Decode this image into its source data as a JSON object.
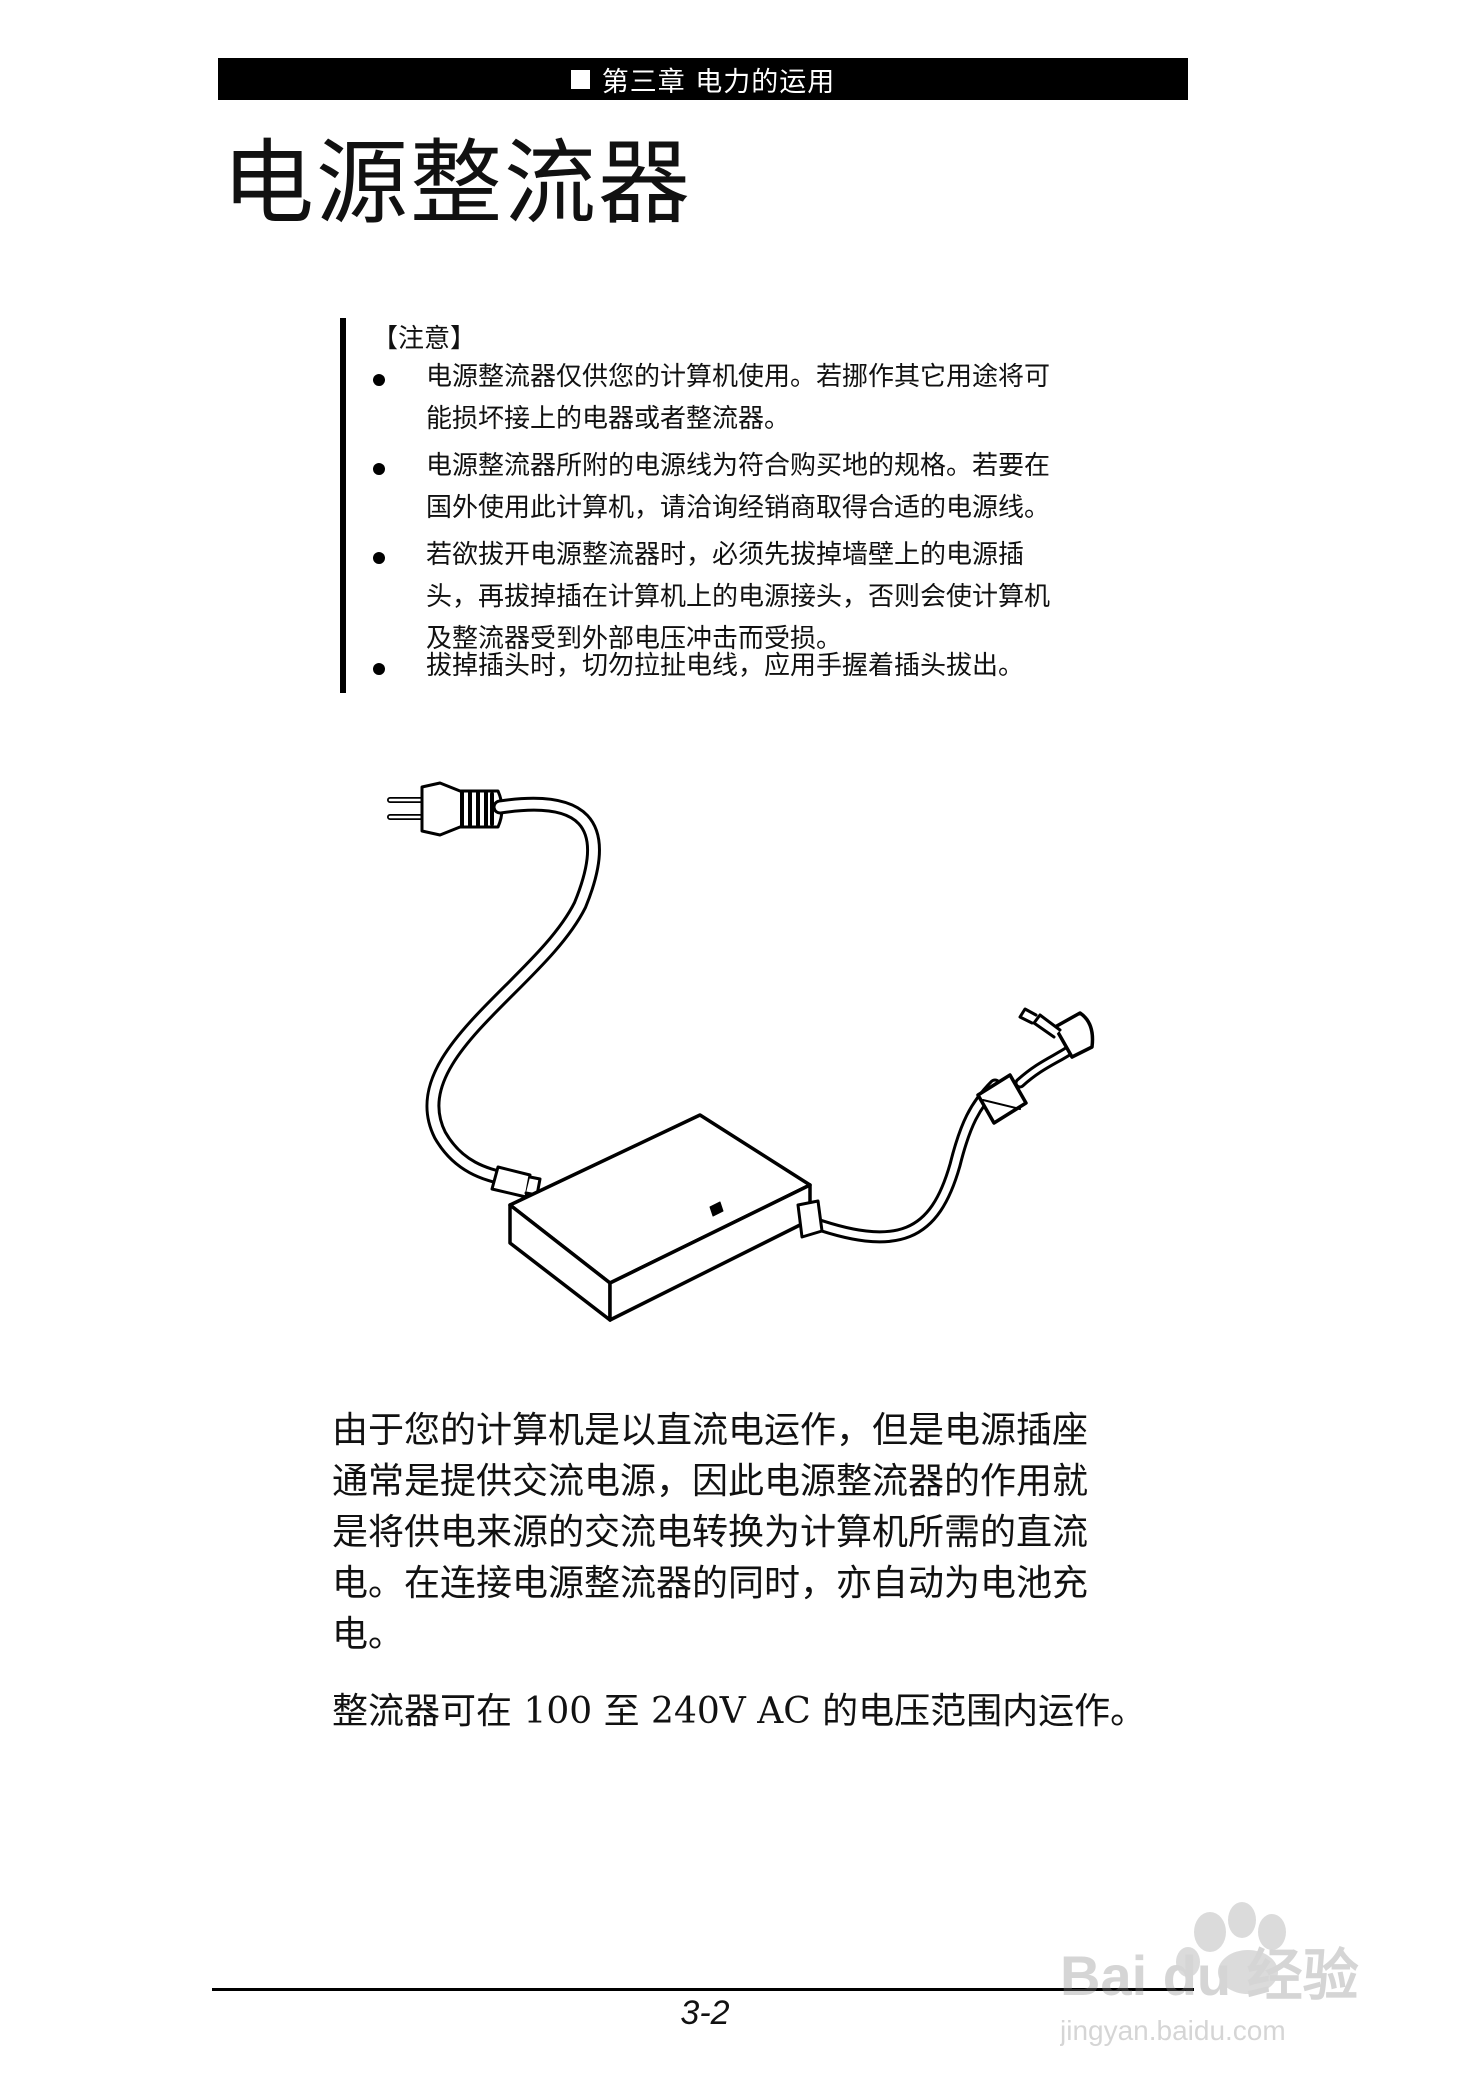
{
  "header": {
    "icon": "square-icon",
    "text": "第三章  电力的运用"
  },
  "title": "电源整流器",
  "note": {
    "label": "【注意】",
    "items": [
      {
        "line1": "电源整流器仅供您的计算机使用。若挪作其它用途将可",
        "line2": "能损坏接上的电器或者整流器。",
        "line3": ""
      },
      {
        "line1": "电源整流器所附的电源线为符合购买地的规格。若要在",
        "line2": "国外使用此计算机，请洽询经销商取得合适的电源线。",
        "line3": ""
      },
      {
        "line1": "若欲拔开电源整流器时，必须先拔掉墙壁上的电源插",
        "line2": "头，再拔掉插在计算机上的电源接头，否则会使计算机",
        "line3": "及整流器受到外部电压冲击而受损。"
      },
      {
        "line1": "拔掉插头时，切勿拉扯电线，应用手握着插头拔出。",
        "line2": "",
        "line3": ""
      }
    ]
  },
  "illustration": {
    "icon": "power-adapter-illustration"
  },
  "body": {
    "para1": [
      "由于您的计算机是以直流电运作，但是电源插座",
      "通常是提供交流电源，因此电源整流器的作用就",
      "是将供电来源的交流电转换为计算机所需的直流",
      "电。在连接电源整流器的同时，亦自动为电池充",
      "电。"
    ],
    "para2": "整流器可在 100 至 240V AC 的电压范围内运作。"
  },
  "footer": {
    "page_number": "3-2"
  },
  "watermark": {
    "brand": "Bai du 经验",
    "url": "jingyan.baidu.com"
  }
}
